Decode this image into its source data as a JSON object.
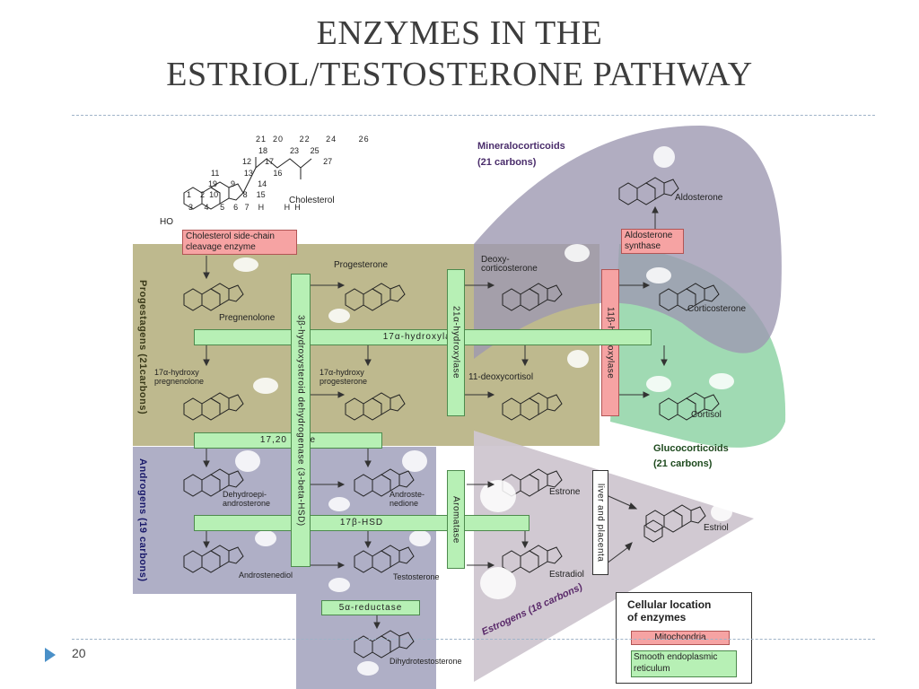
{
  "slide": {
    "title_line1": "ENZYMES IN THE",
    "title_line2": "ESTRIOL/TESTOSTERONE PATHWAY",
    "page_number": "20"
  },
  "molecules": {
    "cholesterol": "Cholesterol",
    "pregnenolone": "Pregnenolone",
    "progesterone": "Progesterone",
    "deoxycorticosterone": "Deoxy-\ncorticosterone",
    "corticosterone": "Corticosterone",
    "aldosterone": "Aldosterone",
    "hydroxypregnenolone": "17α-hydroxy\npregnenolone",
    "hydroxyprogesterone": "17α-hydroxy\nprogesterone",
    "deoxycortisol": "11-deoxycortisol",
    "cortisol": "Cortisol",
    "dhea": "Dehydroepi-\nandrosterone",
    "androstenedione": "Androste-\nnedione",
    "estrone": "Estrone",
    "androstenediol": "Androstenediol",
    "testosterone": "Testosterone",
    "estradiol": "Estradiol",
    "estriol": "Estriol",
    "dht": "Dihydrotestosterone"
  },
  "cholesterol_numbers": [
    "21",
    "20",
    "22",
    "24",
    "26",
    "18",
    "23",
    "25",
    "12",
    "17",
    "27",
    "11",
    "13",
    "16",
    "19",
    "9",
    "14",
    "1",
    "2",
    "10",
    "8",
    "15",
    "3",
    "4",
    "5",
    "6",
    "7",
    "H",
    "H",
    "H",
    "HO"
  ],
  "enzymes": {
    "side_chain": "Cholesterol side-chain\ncleavage enzyme",
    "aldosterone_synthase": "Aldosterone\nsynthase",
    "hydroxylase_17a": "17α-hydroxylase",
    "lyase_1720": "17,20 lyase",
    "hsd_17b": "17β-HSD",
    "reductase_5a": "5α-reductase",
    "hsd_3b": "3β-hydroxysteroid dehydrogenase (3-beta-HSD)",
    "hydroxylase_21a": "21α-hydroxylase",
    "hydroxylase_11b": "11β-hydroxylase",
    "aromatase": "Aromatase",
    "liver_placenta": "liver and placenta"
  },
  "groups": {
    "mineralocorticoids": "Mineralocorticoids",
    "mineralocorticoids_carbons": "(21 carbons)",
    "progestagens": "Progestagens (21carbons)",
    "glucocorticoids": "Glucocorticoids",
    "glucocorticoids_carbons": "(21 carbons)",
    "androgens": "Androgens (19 carbons)",
    "estrogens": "Estrogens (18 carbons)"
  },
  "legend": {
    "title": "Cellular location\nof enzymes",
    "mitochondria": "Mitochondria",
    "ser": "Smooth endoplasmic\nreticulum"
  },
  "colors": {
    "progestagen_bg": "#b3ad7a",
    "androgen_bg": "#a6a6c0",
    "mineralo_bg": "#9d98b2",
    "gluco_bg": "#8fd3a6",
    "estrogen_bg": "#cfc6d0",
    "mitochondria": "#f6a3a3",
    "ser": "#b7f0b5"
  }
}
